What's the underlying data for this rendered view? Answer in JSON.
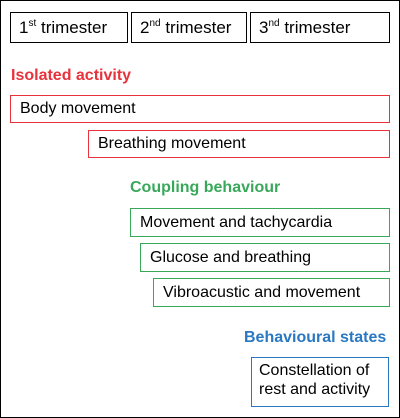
{
  "trimesters": [
    {
      "num": "1",
      "suffix": "st",
      "label": "trimester"
    },
    {
      "num": "2",
      "suffix": "nd",
      "label": "trimester"
    },
    {
      "num": "3",
      "suffix": "nd",
      "label": "trimester"
    }
  ],
  "sections": {
    "isolated": {
      "title": "Isolated activity",
      "color": "#e8323c",
      "items": [
        "Body movement",
        "Breathing movement"
      ]
    },
    "coupling": {
      "title": "Coupling behaviour",
      "color": "#3aa85b",
      "items": [
        "Movement and tachycardia",
        "Glucose and breathing",
        "Vibroacustic and movement"
      ]
    },
    "states": {
      "title": "Behavioural states",
      "color": "#2b78c2",
      "items": [
        "Constellation of rest and activity"
      ]
    }
  }
}
